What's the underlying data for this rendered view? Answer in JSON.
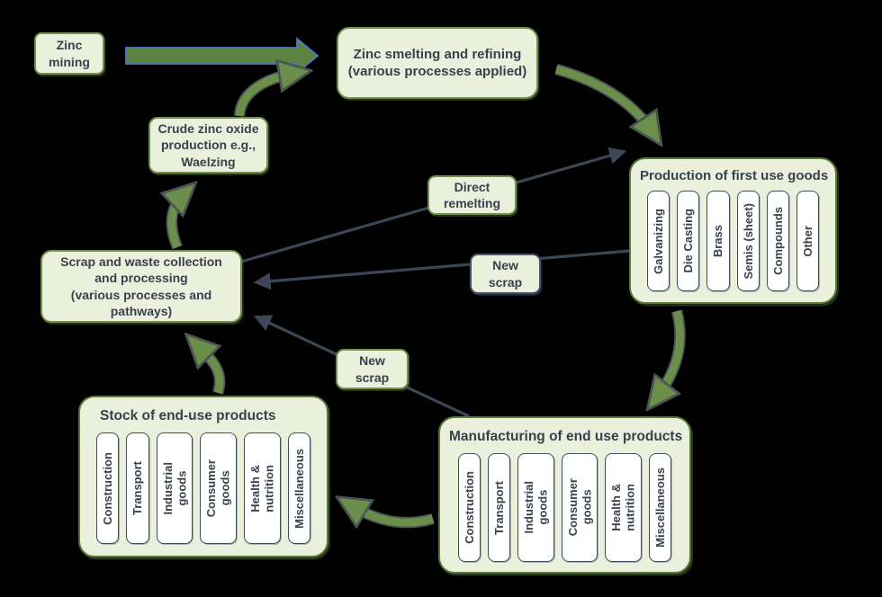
{
  "diagram": {
    "title_hint": "Zinc material flow diagram",
    "colors": {
      "background": "#000000",
      "box_fill": "#eaf0dc",
      "box_border_green": "#6f9149",
      "panel_border_green": "#5a7838",
      "pill_border_slate": "#414d60",
      "line_slate": "#3c4656",
      "arrow_green": "#6b8e4a",
      "arrow_green_outline": "#4a5452",
      "big_arrow_fill": "#5d8140",
      "big_arrow_border": "#4d7ac1",
      "text": "#39414d"
    },
    "nodes": {
      "zinc_mining": {
        "label": "Zinc\nmining"
      },
      "smelting": {
        "label": "Zinc smelting and refining\n(various processes applied)"
      },
      "crude_oxide": {
        "label": "Crude zinc oxide\nproduction e.g.,\nWaelzing"
      },
      "production": {
        "title": "Production of first use goods",
        "categories": [
          "Galvanizing",
          "Die Casting",
          "Brass",
          "Semis (sheet)",
          "Compounds",
          "Other"
        ]
      },
      "direct_remelting": {
        "label": "Direct\nremelting"
      },
      "new_scrap_top": {
        "label": "New\nscrap"
      },
      "new_scrap_bottom": {
        "label": "New\nscrap"
      },
      "scrap": {
        "label": "Scrap and waste collection\nand processing\n(various processes and\npathways)"
      },
      "stock": {
        "title": "Stock of end-use products",
        "categories": [
          "Construction",
          "Transport",
          "Industrial\ngoods",
          "Consumer\ngoods",
          "Health &\nnutrition",
          "Miscellaneous"
        ]
      },
      "manufacturing": {
        "title": "Manufacturing of end use products",
        "categories": [
          "Construction",
          "Transport",
          "Industrial\ngoods",
          "Consumer\ngoods",
          "Health &\nnutrition",
          "Miscellaneous"
        ]
      }
    },
    "edges": [
      "zinc mining -> zinc smelting (big green/blue arrow)",
      "crude zinc oxide -> zinc smelting (green curved arrow)",
      "zinc smelting -> production of first use goods (green curved arrow)",
      "scrap collection -> crude zinc oxide (green curved arrow)",
      "scrap collection -> production of first use goods via Direct remelting (slate line)",
      "production of first use goods -> scrap collection via New scrap (slate line)",
      "manufacturing -> scrap collection via New scrap (slate line)",
      "production of first use goods -> manufacturing (green curved arrow)",
      "manufacturing -> stock of end-use products (green curved arrow)",
      "stock of end-use products -> scrap collection (green curved arrow)"
    ]
  }
}
